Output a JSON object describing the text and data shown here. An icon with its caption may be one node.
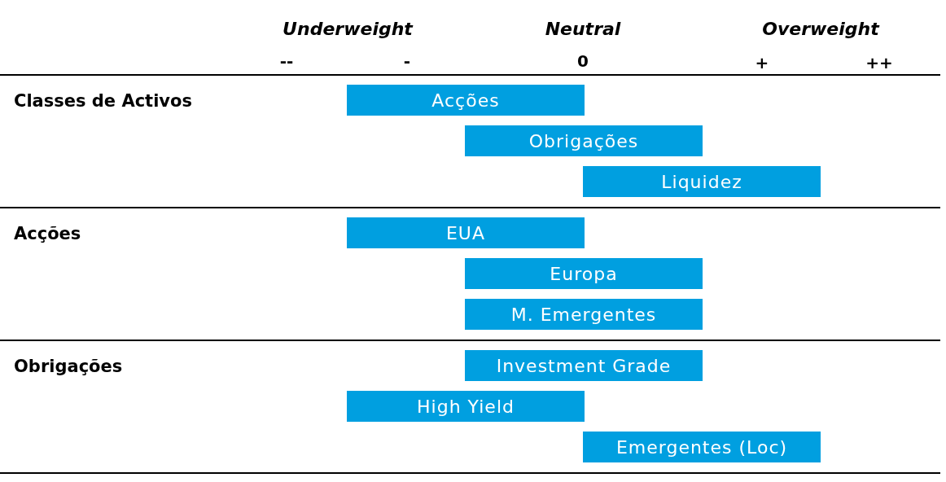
{
  "diagram": {
    "nodes": [
      {
        "text": [
          "Acções"
        ]
      },
      {
        "text": [
          "Obrigações"
        ]
      },
      {
        "text": [
          "Liquidez"
        ]
      },
      {
        "text": [
          "EUA"
        ]
      },
      {
        "text": [
          "Europa"
        ]
      },
      {
        "text": [
          "M. Emergentes"
        ]
      },
      {
        "text": [
          "Investment Grade"
        ]
      },
      {
        "text": [
          "High Yield"
        ]
      },
      {
        "text": [
          "Emergentes (Loc)"
        ]
      }
    ],
    "labels": [
      "Underweight",
      "Neutral",
      "Overweight",
      "--",
      "-",
      "0",
      "+",
      "++",
      "Classes de Activos",
      "Acções",
      "Obrigações"
    ]
  }
}
